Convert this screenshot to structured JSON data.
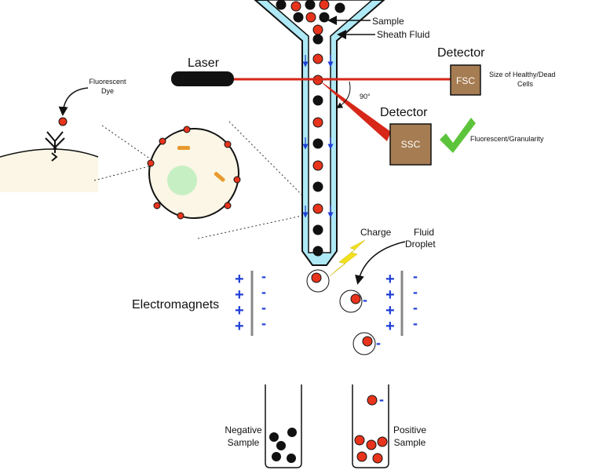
{
  "labels": {
    "sample": "Sample",
    "sheath_fluid": "Sheath Fluid",
    "laser": "Laser",
    "detector_fsc": "Detector",
    "detector_ssc": "Detector",
    "fsc": "FSC",
    "ssc": "SSC",
    "fsc_desc_line1": "Size of Healthy/Dead",
    "fsc_desc_line2": "Cells",
    "ssc_desc": "Fluorescent/Granularity",
    "angle": "90°",
    "fluorescent_line1": "Fluorescent",
    "fluorescent_line2": "Dye",
    "charge": "Charge",
    "fluid_line1": "Fluid",
    "fluid_line2": "Droplet",
    "electromagnets": "Electromagnets",
    "negative_line1": "Negative",
    "negative_line2": "Sample",
    "positive_line1": "Positive",
    "positive_line2": "Sample"
  },
  "signs": {
    "plus": "+",
    "minus": "-"
  },
  "colors": {
    "cell_red": "#e8341c",
    "cell_black": "#111111",
    "sheath_fluid": "#aee9f5",
    "laser_beam": "#d62718",
    "detector_box": "#a67c52",
    "check_mark": "#5cc43a",
    "lightning": "#f2e01c",
    "charge_sign": "#1f3fd6"
  },
  "icons": [
    "check-icon",
    "lightning-icon",
    "antibody-icon",
    "arrow-icon"
  ]
}
